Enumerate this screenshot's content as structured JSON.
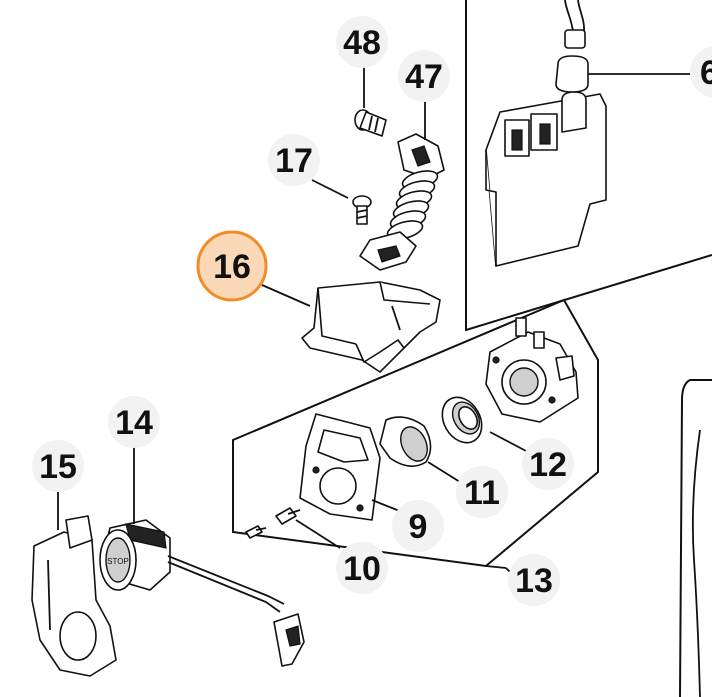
{
  "diagram": {
    "highlight_color": "#f28c28",
    "highlight_fill": "#fbd9b8",
    "callouts": [
      {
        "id": "48",
        "label": "48"
      },
      {
        "id": "47",
        "label": "47"
      },
      {
        "id": "17",
        "label": "17"
      },
      {
        "id": "16",
        "label": "16",
        "highlighted": true
      },
      {
        "id": "14",
        "label": "14"
      },
      {
        "id": "15",
        "label": "15"
      },
      {
        "id": "12",
        "label": "12"
      },
      {
        "id": "11",
        "label": "11"
      },
      {
        "id": "9",
        "label": "9"
      },
      {
        "id": "10",
        "label": "10"
      },
      {
        "id": "13",
        "label": "13"
      },
      {
        "id": "6",
        "label": "6"
      }
    ],
    "stop_switch_text": "STOP"
  }
}
